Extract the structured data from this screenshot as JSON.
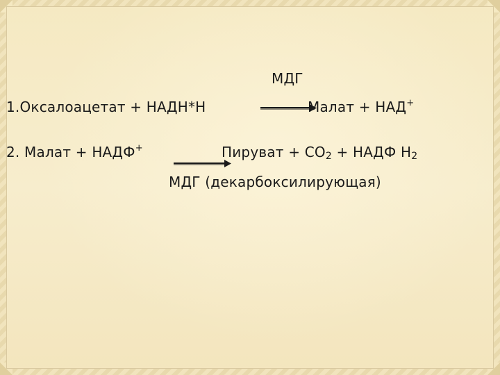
{
  "reaction1": {
    "enzyme": "МДГ",
    "reactants": "1.Оксалоацетат + НАДН*Н",
    "product_text": "Малат + НАД",
    "product_sup": "+"
  },
  "reaction2": {
    "reactants_text": "2. Малат + НАДФ",
    "reactants_sup": "+",
    "products_a": "Пируват + СО",
    "products_sub1": "2",
    "products_b": " + НАДФ Н",
    "products_sub2": "2",
    "enzyme": "МДГ (декарбоксилирующая)"
  }
}
